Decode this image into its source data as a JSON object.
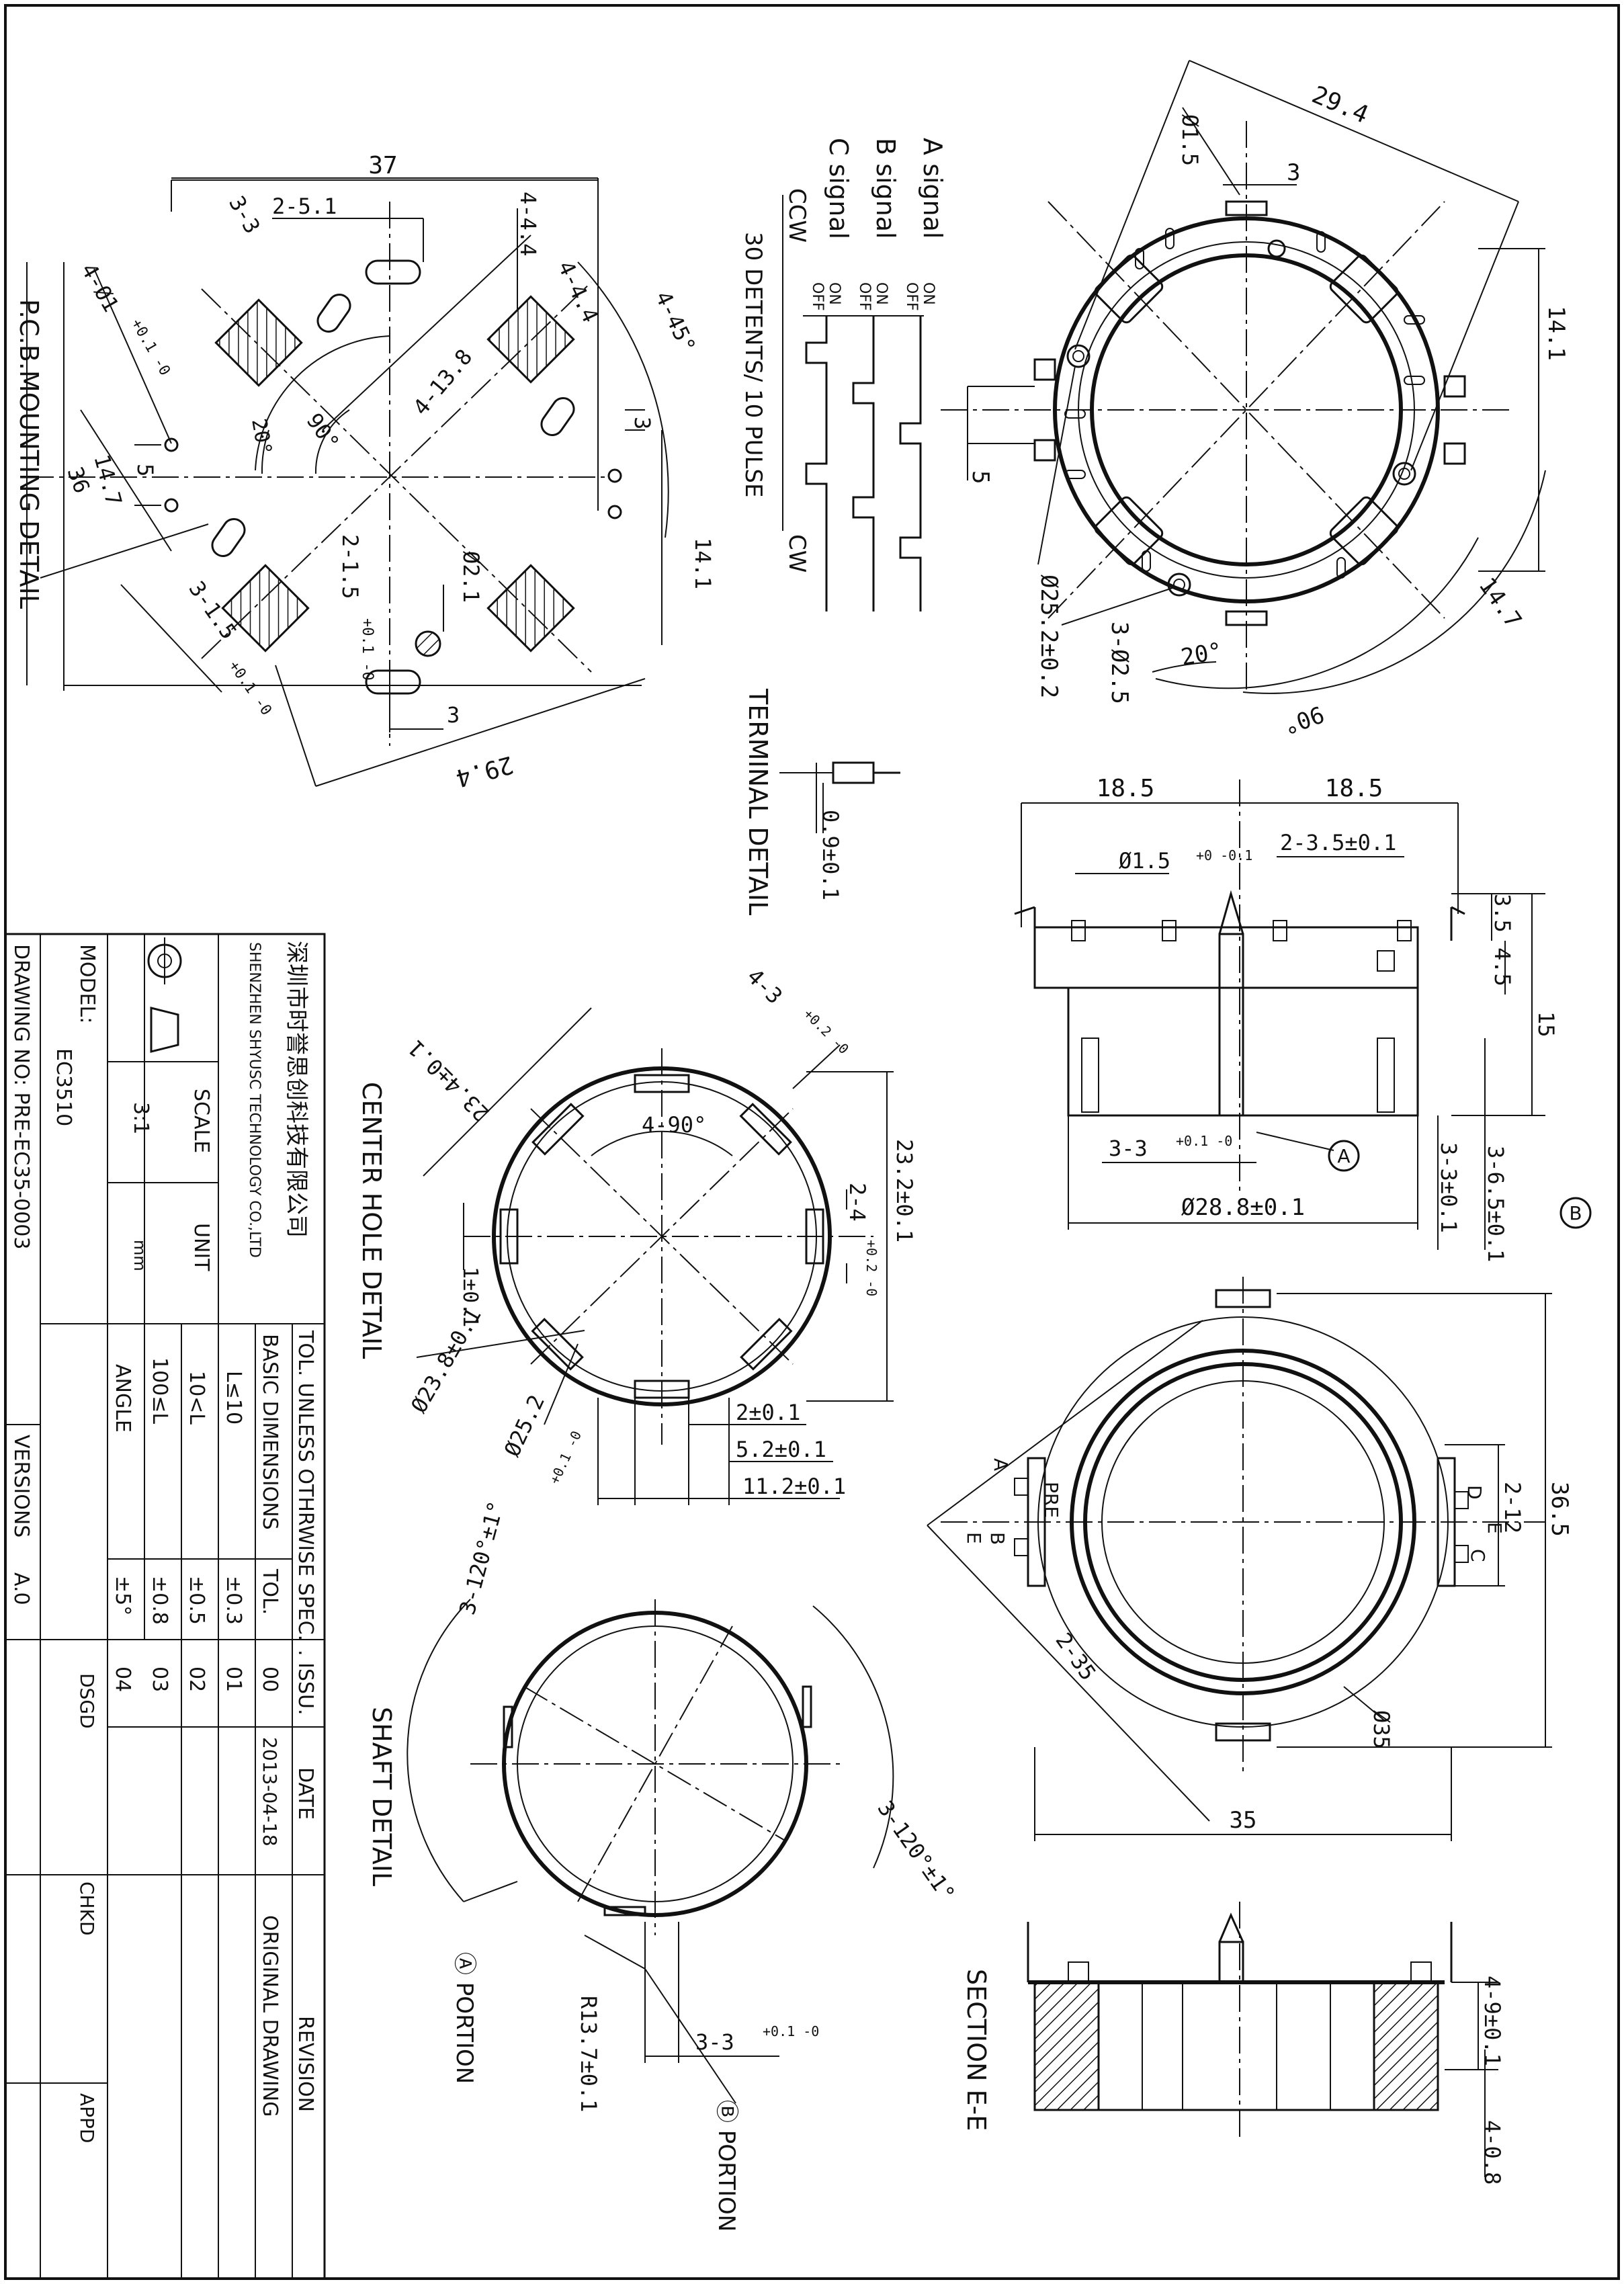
{
  "signals": {
    "a_label": "A signal",
    "b_label": "B signal",
    "c_label": "C signal",
    "off": "OFF",
    "on": "ON",
    "ccw": "CCW",
    "cw": "CW",
    "detents": "30 DETENTS/ 10 PULSE"
  },
  "views": {
    "pcb": "P.C.B.MOUNTING DETAIL",
    "terminal": "TERMINAL DETAIL",
    "center_hole": "CENTER HOLE DETAIL",
    "shaft": "SHAFT DETAIL",
    "section": "SECTION E-E",
    "portion_a": "Ⓐ PORTION",
    "portion_b": "Ⓑ PORTION"
  },
  "markers": {
    "a": "A",
    "b": "B",
    "c": "C",
    "d": "D",
    "e": "E",
    "pre": "PRE"
  },
  "dims": {
    "pcb": {
      "d37": "37",
      "d2_51": "2-5.1",
      "d3_3": "3-3",
      "d4_44a": "4-4.4",
      "d4_44b": "4-4.4",
      "d4_phi1": "4-Ø1",
      "tol_phi1": "+0.1 -0",
      "d4_138": "4-13.8",
      "d90": "90°",
      "d20": "20°",
      "d4_45": "4-45°",
      "d3a": "3",
      "d5": "5",
      "d147": "14.7",
      "d36": "36",
      "d141": "14.1",
      "d2_15": "2-1.5",
      "tol_2_15": "+0.1 -0",
      "phi21": "Ø2.1",
      "d3_15": "3-1.5",
      "tol_3_15": "+0.1 -0",
      "d3b": "3",
      "d294": "29.4"
    },
    "top": {
      "d294": "29.4",
      "phi15": "Ø1.5",
      "d3": "3",
      "d141": "14.1",
      "d5": "5",
      "phi252": "Ø25.2±0.2",
      "d3_phi25": "3-Ø2.5",
      "d20": "20°",
      "d90": "90°",
      "d147": "14.7"
    },
    "terminal": {
      "d09": "0.9±0.1"
    },
    "side": {
      "d185a": "18.5",
      "d185b": "18.5",
      "phi15": "Ø1.5",
      "tol_phi15": "+0 -0.1",
      "d2_35": "2-3.5±0.1",
      "d35": "3.5",
      "d45": "4.5",
      "d15": "15",
      "d3_3": "3-3",
      "tol_3_3": "+0.1 -0",
      "d3_65": "3-6.5±0.1",
      "d3_3b": "3-3±0.1",
      "phi288": "Ø28.8±0.1"
    },
    "hole": {
      "d4_3": "4-3",
      "tol_4_3": "+0.2 -0",
      "d234": "23.4±0.1",
      "d4_90": "4-90°",
      "d232": "23.2±0.1",
      "d2_4": "2-4",
      "tol_2_4": "+0.2 -0",
      "d1": "1±0.1",
      "phi238": "Ø23.8±0.1",
      "phi252": "Ø25.2",
      "tol_252": "+0.1 -0",
      "d2": "2±0.1",
      "d52": "5.2±0.1",
      "d112": "11.2±0.1"
    },
    "bottom": {
      "d365": "36.5",
      "d2_12": "2-12",
      "d2_35": "2-35",
      "phi35": "Ø35",
      "d35": "35"
    },
    "shaft": {
      "d3_120a": "3-120°±1°",
      "d3_120b": "3-120°±1°",
      "r137": "R13.7±0.1",
      "d3_3": "3-3",
      "tol_3_3": "+0.1 -0"
    },
    "section": {
      "d4_9": "4-9±0.1",
      "d4_08": "4-0.8"
    }
  },
  "title_block": {
    "company_cn": "深圳市时誉思创科技有限公司",
    "company_en": "SHENZHEN SHYUSC TECHNOLOGY CO.,LTD",
    "model_label": "MODEL:",
    "model_value": "EC3510",
    "scale_label": "SCALE",
    "scale_value": "3:1",
    "unit_label": "UNIT",
    "unit_value": "mm",
    "drawing_no": "DRAWING NO: PRE-EC35-0003",
    "versions_label": "VERSIONS",
    "version_value": "A.0",
    "tol_header": "TOL. UNLESS OTHRWISE SPEC.",
    "basic_dims": "BASIC DIMENSIONS",
    "tol_label": "TOL.",
    "rows": [
      {
        "dim": "L≤10",
        "tol": "±0.3"
      },
      {
        "dim": "10<L",
        "tol": "±0.5"
      },
      {
        "dim": "100≤L",
        "tol": "±0.8"
      },
      {
        "dim": "ANGLE",
        "tol": "±5°"
      }
    ],
    "issu_label": ". ISSU.",
    "issu": [
      "00",
      "01",
      "02",
      "03",
      "04"
    ],
    "date_label": "DATE",
    "date_value": "2013-04-18",
    "revision_label": "REVISION",
    "revision_value": "ORIGINAL DRAWING",
    "dsgd": "DSGD",
    "chkd": "CHKD",
    "appd": "APPD"
  }
}
